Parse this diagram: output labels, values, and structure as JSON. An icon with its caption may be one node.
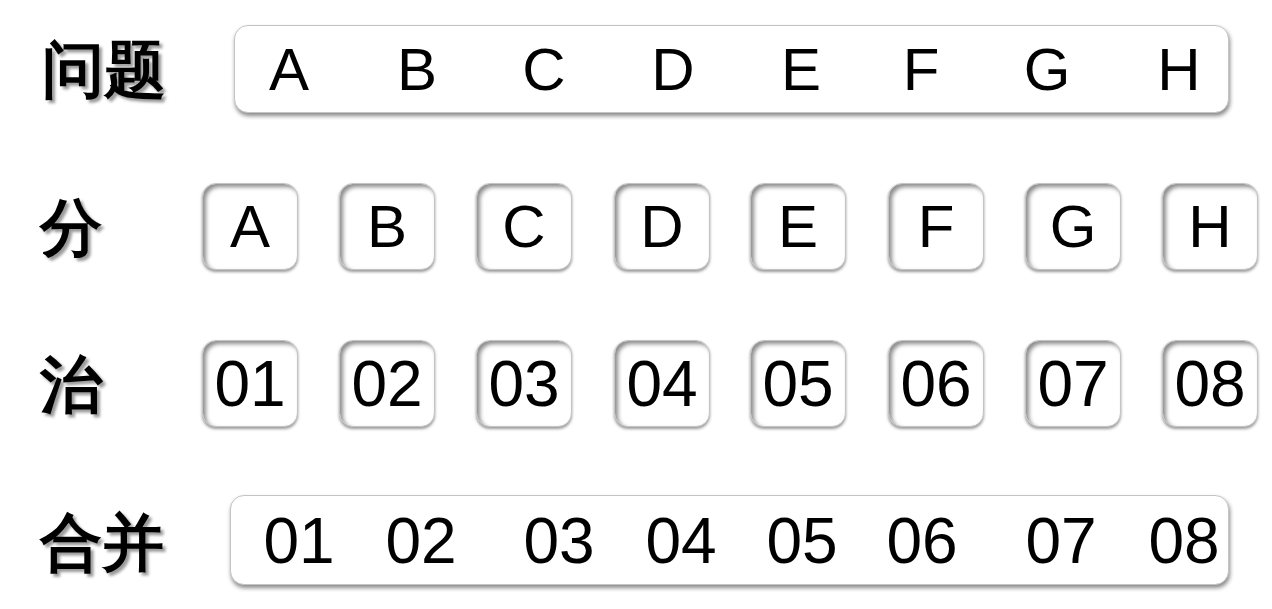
{
  "diagram": {
    "nodes": [
      {
        "text": [
          "A",
          "B",
          "C",
          "D",
          "E",
          "F",
          "G",
          "H"
        ]
      },
      {
        "text": [
          "A"
        ]
      },
      {
        "text": [
          "B"
        ]
      },
      {
        "text": [
          "C"
        ]
      },
      {
        "text": [
          "D"
        ]
      },
      {
        "text": [
          "E"
        ]
      },
      {
        "text": [
          "F"
        ]
      },
      {
        "text": [
          "G"
        ]
      },
      {
        "text": [
          "H"
        ]
      },
      {
        "text": [
          "01"
        ]
      },
      {
        "text": [
          "02"
        ]
      },
      {
        "text": [
          "03"
        ]
      },
      {
        "text": [
          "04"
        ]
      },
      {
        "text": [
          "05"
        ]
      },
      {
        "text": [
          "06"
        ]
      },
      {
        "text": [
          "07"
        ]
      },
      {
        "text": [
          "08"
        ]
      },
      {
        "text": [
          "01",
          "02",
          "03",
          "04",
          "05",
          "06",
          "07",
          "08"
        ]
      }
    ],
    "labels": [
      "问题",
      "分",
      "治",
      "合并"
    ]
  }
}
